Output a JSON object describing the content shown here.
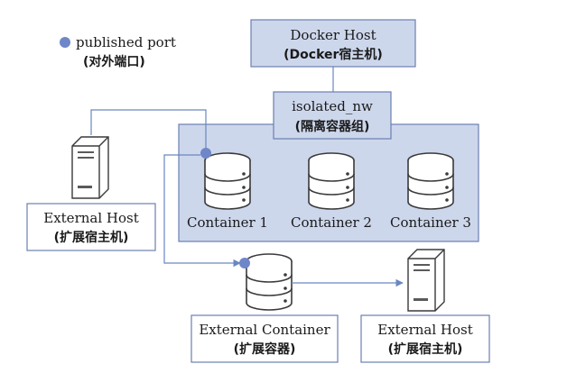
{
  "legend": {
    "title": "published port",
    "subtitle": "(对外端口)"
  },
  "docker_host": {
    "title": "Docker Host",
    "subtitle": "(Docker宿主机)"
  },
  "network": {
    "title": "isolated_nw",
    "subtitle": "(隔离容器组)"
  },
  "containers": [
    {
      "label": "Container 1"
    },
    {
      "label": "Container 2"
    },
    {
      "label": "Container 3"
    }
  ],
  "external_host_left": {
    "title": "External Host",
    "subtitle": "(扩展宿主机)"
  },
  "external_container": {
    "title": "External Container",
    "subtitle": "(扩展容器)"
  },
  "external_host_right": {
    "title": "External Host",
    "subtitle": "(扩展宿主机)"
  },
  "colors": {
    "box_fill": "#cdd7ec",
    "box_stroke": "#6a7fb0",
    "line": "#6a87c0",
    "port_dot": "#6f86c8",
    "icon_stroke": "#3a3a3a"
  }
}
